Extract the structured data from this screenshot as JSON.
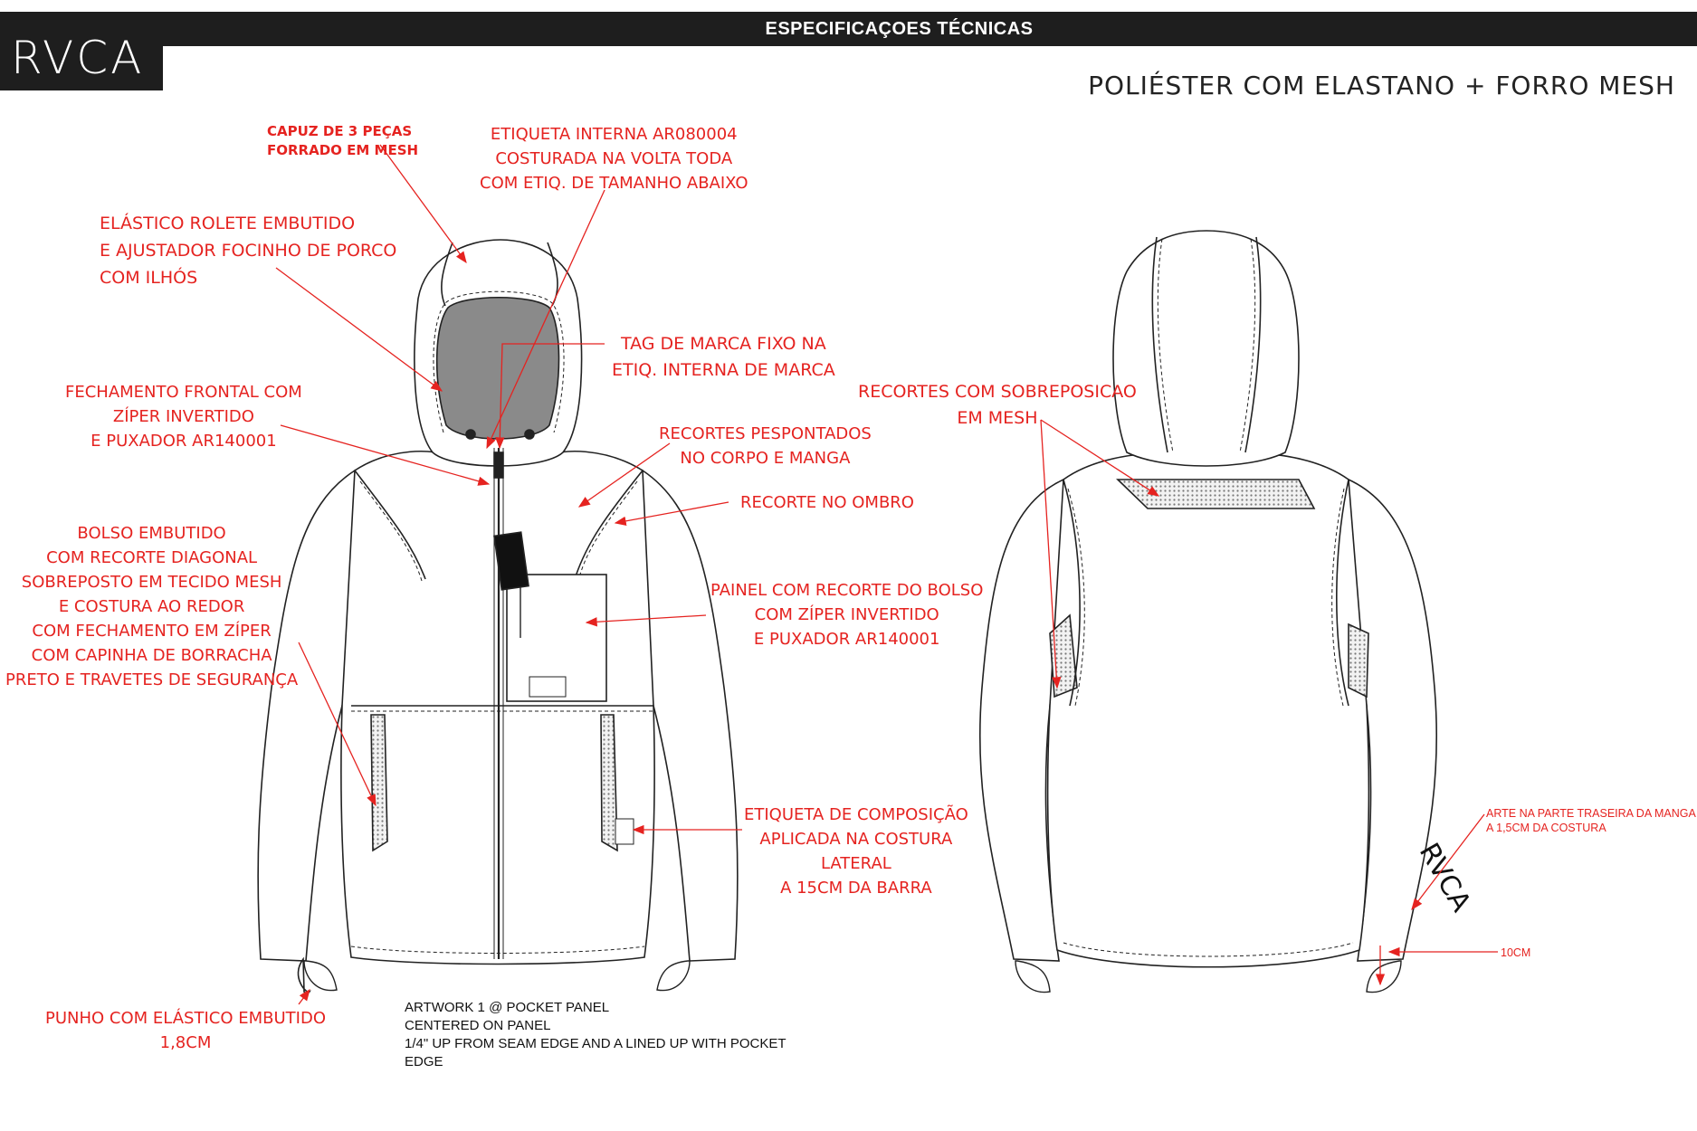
{
  "header": {
    "brand": "RVCA",
    "title": "ESPECIFICAÇOES TÉCNICAS",
    "subtitle": "POLIÉSTER COM ELASTANO + FORRO MESH"
  },
  "annotations": {
    "hood": "CAPUZ DE 3 PEÇAS\nFORRADO EM MESH",
    "label_internal": "ETIQUETA INTERNA AR080004\nCOSTURADA NA VOLTA TODA\nCOM ETIQ. DE TAMANHO ABAIXO",
    "elastic": "ELÁSTICO ROLETE EMBUTIDO\nE AJUSTADOR FOCINHO DE PORCO\nCOM ILHÓS",
    "brand_tag": "TAG DE MARCA FIXO NA\nETIQ. INTERNA DE MARCA",
    "front_closure": "FECHAMENTO FRONTAL COM\nZÍPER INVERTIDO\nE PUXADOR AR140001",
    "topstitch": "RECORTES PESPONTADOS\nNO CORPO E MANGA",
    "shoulder": "RECORTE NO OMBRO",
    "pocket": "BOLSO EMBUTIDO\nCOM RECORTE DIAGONAL\nSOBREPOSTO EM TECIDO MESH\nE COSTURA AO REDOR\nCOM FECHAMENTO EM ZÍPER\nCOM CAPINHA DE BORRACHA\nPRETO E TRAVETES DE SEGURANÇA",
    "panel": "PAINEL COM RECORTE DO BOLSO\nCOM ZÍPER INVERTIDO\nE PUXADOR AR140001",
    "composition": "ETIQUETA DE COMPOSIÇÃO\nAPLICADA NA COSTURA\nLATERAL\nA 15CM DA BARRA",
    "cuff": "PUNHO COM ELÁSTICO EMBUTIDO\n1,8CM",
    "mesh_overlay": "RECORTES COM SOBREPOSICAO\nEM MESH",
    "sleeve_art": "ARTE NA PARTE TRASEIRA DA MANGA\nA 1,5CM DA COSTURA",
    "sleeve_measure": "10CM"
  },
  "artwork_note": "ARTWORK 1 @ POCKET PANEL\nCENTERED ON PANEL\n1/4\" UP FROM SEAM EDGE AND A LINED UP WITH POCKET\nEDGE",
  "colors": {
    "annotation": "#e52320",
    "bar": "#1e1e1e",
    "mesh": "#d9d9d9",
    "hood_lining": "#8a8a8a"
  }
}
